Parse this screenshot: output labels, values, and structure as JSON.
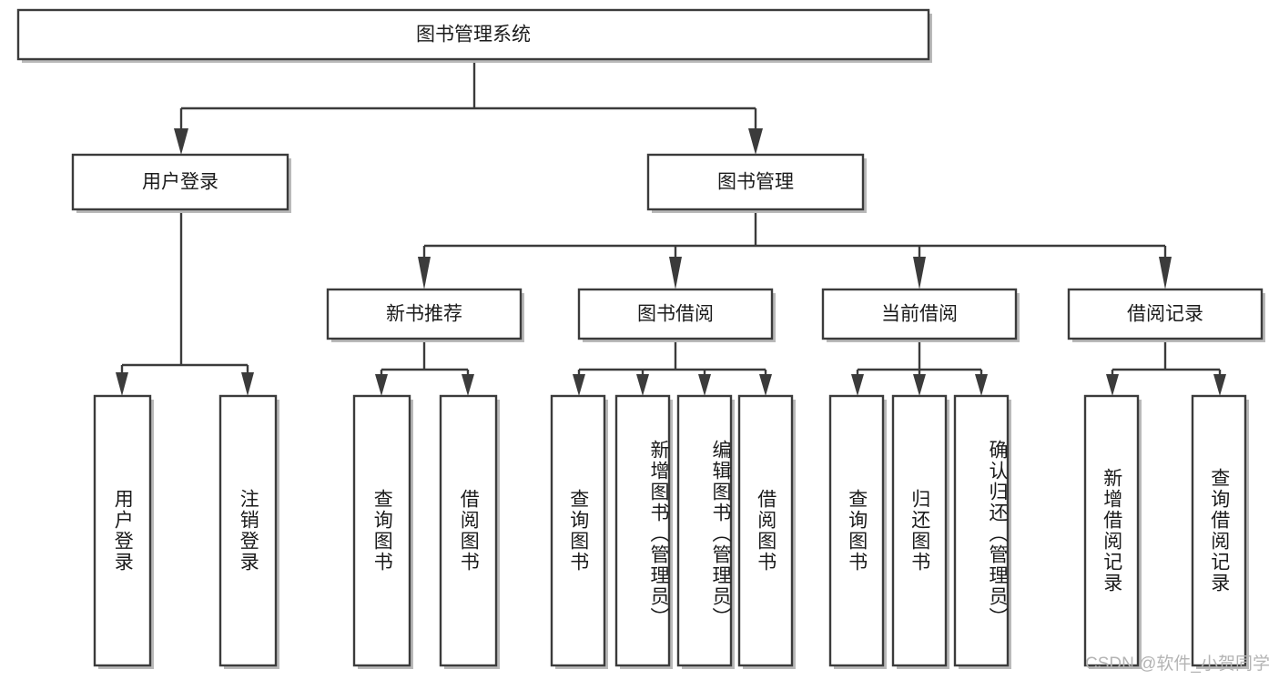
{
  "diagram": {
    "title": "图书管理系统",
    "type": "tree",
    "background_color": "#ffffff",
    "line_color": "#3b3b3b",
    "box_fill": "#ffffff",
    "text_color": "#1b1b1b"
  },
  "nodes": {
    "root": {
      "label": "图书管理系统",
      "orientation": "horizontal"
    },
    "level2": [
      {
        "label": "用户登录",
        "orientation": "horizontal"
      },
      {
        "label": "图书管理",
        "orientation": "horizontal"
      }
    ],
    "level3": [
      {
        "label": "新书推荐",
        "orientation": "horizontal"
      },
      {
        "label": "图书借阅",
        "orientation": "horizontal"
      },
      {
        "label": "当前借阅",
        "orientation": "horizontal"
      },
      {
        "label": "借阅记录",
        "orientation": "horizontal"
      }
    ],
    "leaves_user_login": [
      {
        "label": "用户登录",
        "orientation": "vertical"
      },
      {
        "label": "注销登录",
        "orientation": "vertical"
      }
    ],
    "leaves_new_book": [
      {
        "label": "查询图书",
        "orientation": "vertical"
      },
      {
        "label": "借阅图书",
        "orientation": "vertical"
      }
    ],
    "leaves_borrow": [
      {
        "label": "查询图书",
        "orientation": "vertical"
      },
      {
        "label": "新增图书（管理员）",
        "orientation": "vertical"
      },
      {
        "label": "编辑图书（管理员）",
        "orientation": "vertical"
      },
      {
        "label": "借阅图书",
        "orientation": "vertical"
      }
    ],
    "leaves_current": [
      {
        "label": "查询图书",
        "orientation": "vertical"
      },
      {
        "label": "归还图书",
        "orientation": "vertical"
      },
      {
        "label": "确认归还（管理员）",
        "orientation": "vertical"
      }
    ],
    "leaves_records": [
      {
        "label": "新增借阅记录",
        "orientation": "vertical"
      },
      {
        "label": "查询借阅记录",
        "orientation": "vertical"
      }
    ]
  },
  "watermark": {
    "text": "CSDN @软件_小贺同学"
  }
}
